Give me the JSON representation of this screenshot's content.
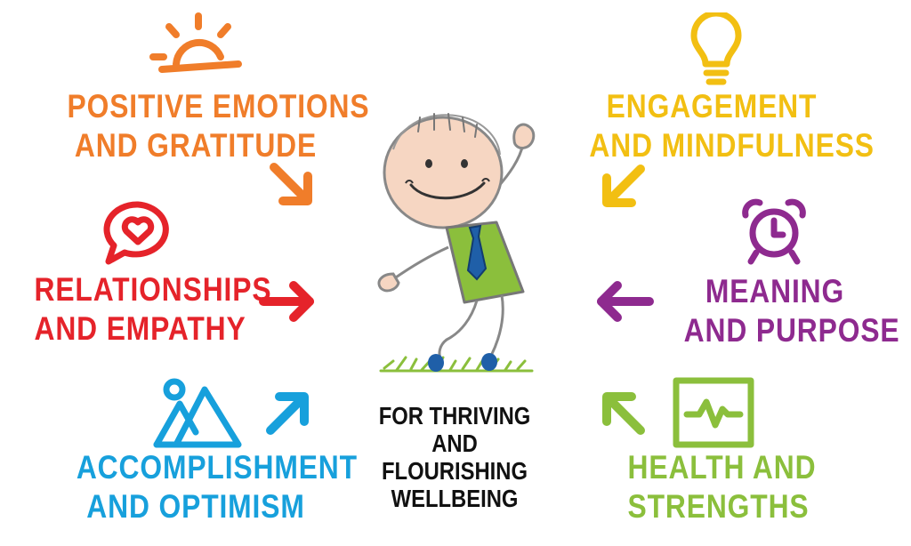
{
  "colors": {
    "orange": "#f07d2a",
    "yellow": "#f2bf12",
    "red": "#e5232a",
    "purple": "#8e2a8f",
    "blue": "#17a0dc",
    "green": "#8bbf3c",
    "center_text": "#111111"
  },
  "center": {
    "line1": "FOR THRIVING AND",
    "line2": "FLOURISHING",
    "line3": "WELLBEING",
    "figure_icon": "smiling-stick-figure"
  },
  "items": [
    {
      "key": "positive",
      "line1": "POSITIVE EMOTIONS",
      "line2": "AND GRATITUDE",
      "icon": "sun-icon",
      "color": "#f07d2a"
    },
    {
      "key": "engagement",
      "line1": "ENGAGEMENT",
      "line2": "AND MINDFULNESS",
      "icon": "lightbulb-icon",
      "color": "#f2bf12"
    },
    {
      "key": "relationships",
      "line1": "RELATIONSHIPS",
      "line2": "AND EMPATHY",
      "icon": "heart-speech-bubble-icon",
      "color": "#e5232a"
    },
    {
      "key": "meaning",
      "line1": "MEANING",
      "line2": "AND PURPOSE",
      "icon": "alarm-clock-icon",
      "color": "#8e2a8f"
    },
    {
      "key": "accomplishment",
      "line1": "ACCOMPLISHMENT",
      "line2": "AND OPTIMISM",
      "icon": "mountains-icon",
      "color": "#17a0dc"
    },
    {
      "key": "health",
      "line1": "HEALTH AND",
      "line2": "STRENGTHS",
      "icon": "heartbeat-monitor-icon",
      "color": "#8bbf3c"
    }
  ]
}
